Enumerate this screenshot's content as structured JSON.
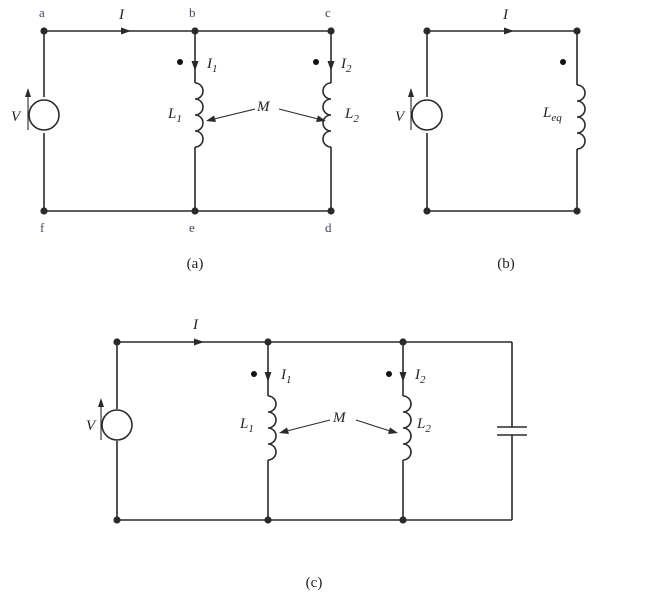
{
  "circuit_a": {
    "caption": "(a)",
    "nodes": {
      "a": "a",
      "b": "b",
      "c": "c",
      "d": "d",
      "e": "e",
      "f": "f"
    },
    "source_label": "V",
    "current_main": "I",
    "current_1": {
      "base": "I",
      "sub": "1"
    },
    "current_2": {
      "base": "I",
      "sub": "2"
    },
    "inductor_1": {
      "base": "L",
      "sub": "1"
    },
    "inductor_2": {
      "base": "L",
      "sub": "2"
    },
    "mutual": "M"
  },
  "circuit_b": {
    "caption": "(b)",
    "source_label": "V",
    "current_main": "I",
    "inductor": {
      "base": "L",
      "sub": "eq"
    }
  },
  "circuit_c": {
    "caption": "(c)",
    "source_label": "V",
    "current_main": "I",
    "current_1": {
      "base": "I",
      "sub": "1"
    },
    "current_2": {
      "base": "I",
      "sub": "2"
    },
    "inductor_1": {
      "base": "L",
      "sub": "1"
    },
    "inductor_2": {
      "base": "L",
      "sub": "2"
    },
    "mutual": "M"
  }
}
